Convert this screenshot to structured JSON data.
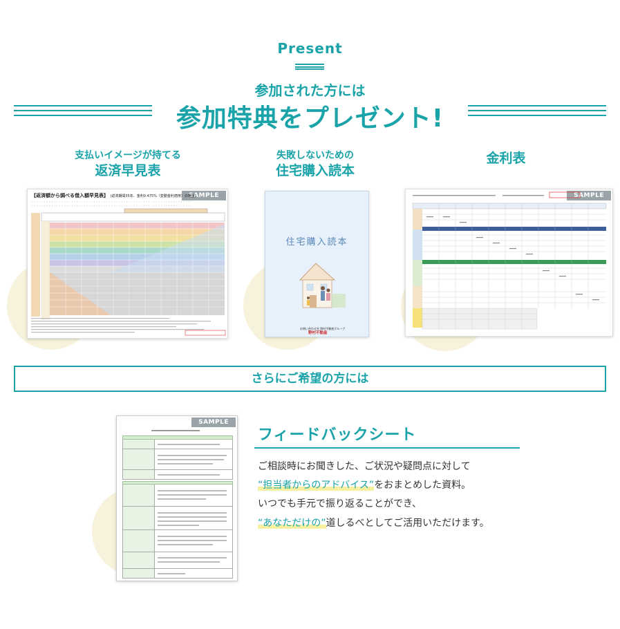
{
  "header": {
    "present": "Present",
    "sub_heading": "参加された方には",
    "main_heading": "参加特典をプレゼント!"
  },
  "items": [
    {
      "small": "支払いイメージが持てる",
      "big": "返済早見表"
    },
    {
      "small": "失敗しないための",
      "big": "住宅購入読本"
    },
    {
      "small": "",
      "big": "金利表"
    }
  ],
  "sample_label": "SAMPLE",
  "table_card": {
    "title": "【返済額から調べる借入額早見表】",
    "title_note": "(返済期間35年、金利0.475%（変動金利適用）の場合)"
  },
  "book_card": {
    "title": "住宅購入読本",
    "footer": "お問い合わせ先 野村不動産グループ",
    "brand": "野村不動産"
  },
  "section_bar": "さらにご希望の方には",
  "feedback": {
    "title": "フィードバックシート",
    "line1": "ご相談時にお聞きした、ご状況や疑問点に対して",
    "line2_hl": "“担当者からのアドバイス”",
    "line2_rest": "をおまとめした資料。",
    "line3": "いつでも手元で振り返ることができ、",
    "line4_hl": "“あなただけの”",
    "line4_rest": "道しるべとしてご活用いただけます。"
  },
  "colors": {
    "accent": "#1aa3a8",
    "circle": "#f6f2dc",
    "highlight": "#f6f0a0"
  }
}
